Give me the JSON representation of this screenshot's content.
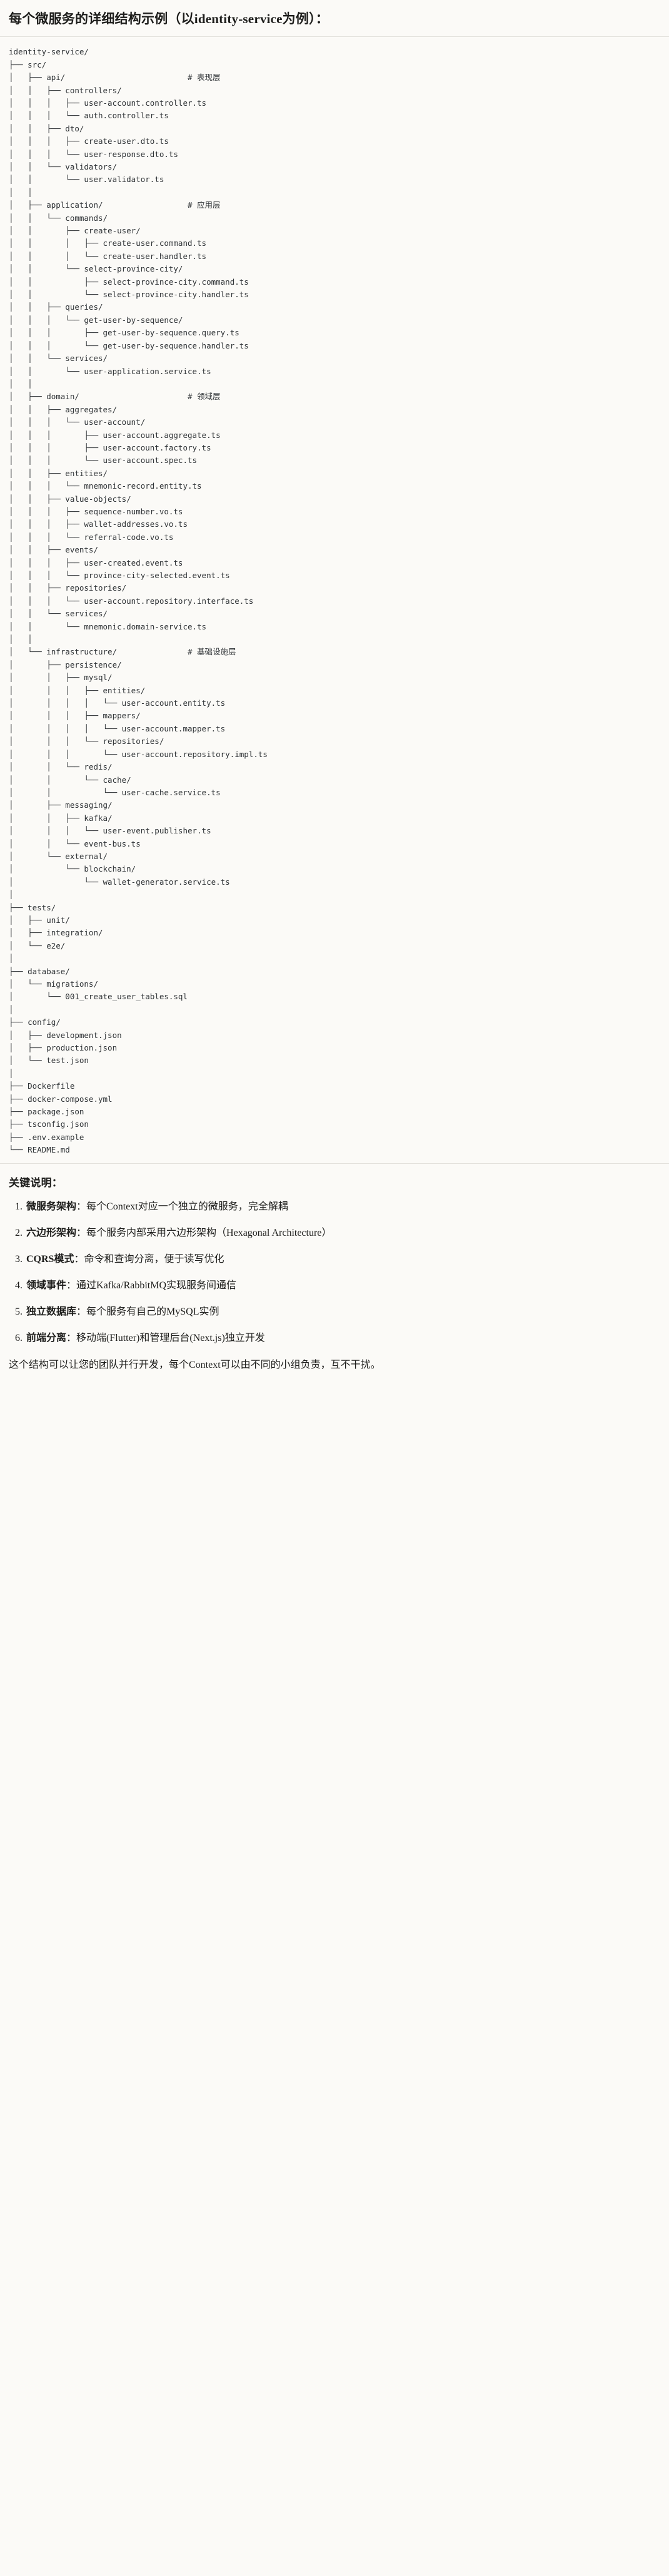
{
  "document": {
    "title": "每个微服务的详细结构示例（以identity-service为例）："
  },
  "tree": {
    "root": "identity-service/",
    "text": "identity-service/\n├── src/\n│   ├── api/                          # 表现层\n│   │   ├── controllers/\n│   │   │   ├── user-account.controller.ts\n│   │   │   └── auth.controller.ts\n│   │   ├── dto/\n│   │   │   ├── create-user.dto.ts\n│   │   │   └── user-response.dto.ts\n│   │   └── validators/\n│   │       └── user.validator.ts\n│   │\n│   ├── application/                  # 应用层\n│   │   └── commands/\n│   │       ├── create-user/\n│   │       │   ├── create-user.command.ts\n│   │       │   └── create-user.handler.ts\n│   │       └── select-province-city/\n│   │           ├── select-province-city.command.ts\n│   │           └── select-province-city.handler.ts\n│   │   ├── queries/\n│   │   │   └── get-user-by-sequence/\n│   │   │       ├── get-user-by-sequence.query.ts\n│   │   │       └── get-user-by-sequence.handler.ts\n│   │   └── services/\n│   │       └── user-application.service.ts\n│   │\n│   ├── domain/                       # 领域层\n│   │   ├── aggregates/\n│   │   │   └── user-account/\n│   │   │       ├── user-account.aggregate.ts\n│   │   │       ├── user-account.factory.ts\n│   │   │       └── user-account.spec.ts\n│   │   ├── entities/\n│   │   │   └── mnemonic-record.entity.ts\n│   │   ├── value-objects/\n│   │   │   ├── sequence-number.vo.ts\n│   │   │   ├── wallet-addresses.vo.ts\n│   │   │   └── referral-code.vo.ts\n│   │   ├── events/\n│   │   │   ├── user-created.event.ts\n│   │   │   └── province-city-selected.event.ts\n│   │   ├── repositories/\n│   │   │   └── user-account.repository.interface.ts\n│   │   └── services/\n│   │       └── mnemonic.domain-service.ts\n│   │\n│   └── infrastructure/               # 基础设施层\n│       ├── persistence/\n│       │   ├── mysql/\n│       │   │   ├── entities/\n│       │   │   │   └── user-account.entity.ts\n│       │   │   ├── mappers/\n│       │   │   │   └── user-account.mapper.ts\n│       │   │   └── repositories/\n│       │   │       └── user-account.repository.impl.ts\n│       │   └── redis/\n│       │       └── cache/\n│       │           └── user-cache.service.ts\n│       ├── messaging/\n│       │   ├── kafka/\n│       │   │   └── user-event.publisher.ts\n│       │   └── event-bus.ts\n│       └── external/\n│           └── blockchain/\n│               └── wallet-generator.service.ts\n│\n├── tests/\n│   ├── unit/\n│   ├── integration/\n│   └── e2e/\n│\n├── database/\n│   └── migrations/\n│       └── 001_create_user_tables.sql\n│\n├── config/\n│   ├── development.json\n│   ├── production.json\n│   └── test.json\n│\n├── Dockerfile\n├── docker-compose.yml\n├── package.json\n├── tsconfig.json\n├── .env.example\n└── README.md",
    "layer_comments": [
      {
        "path": "api/",
        "comment": "# 表现层"
      },
      {
        "path": "application/",
        "comment": "# 应用层"
      },
      {
        "path": "domain/",
        "comment": "# 领域层"
      },
      {
        "path": "infrastructure/",
        "comment": "# 基础设施层"
      }
    ]
  },
  "notes": {
    "heading": "关键说明：",
    "items": [
      {
        "term": "微服务架构",
        "sep": "：",
        "desc": "每个Context对应一个独立的微服务，完全解耦"
      },
      {
        "term": "六边形架构",
        "sep": "：",
        "desc": "每个服务内部采用六边形架构（Hexagonal Architecture）"
      },
      {
        "term": "CQRS模式",
        "sep": "：",
        "desc": "命令和查询分离，便于读写优化"
      },
      {
        "term": "领域事件",
        "sep": "：",
        "desc": "通过Kafka/RabbitMQ实现服务间通信"
      },
      {
        "term": "独立数据库",
        "sep": "：",
        "desc": "每个服务有自己的MySQL实例"
      },
      {
        "term": "前端分离",
        "sep": "：",
        "desc": "移动端(Flutter)和管理后台(Next.js)独立开发"
      }
    ],
    "closing": "这个结构可以让您的团队并行开发，每个Context可以由不同的小组负责，互不干扰。"
  },
  "colors": {
    "background": "#fbfaf7",
    "text": "#1d1d1b",
    "code_text": "#2f3336",
    "rule": "#e3e1dc"
  }
}
